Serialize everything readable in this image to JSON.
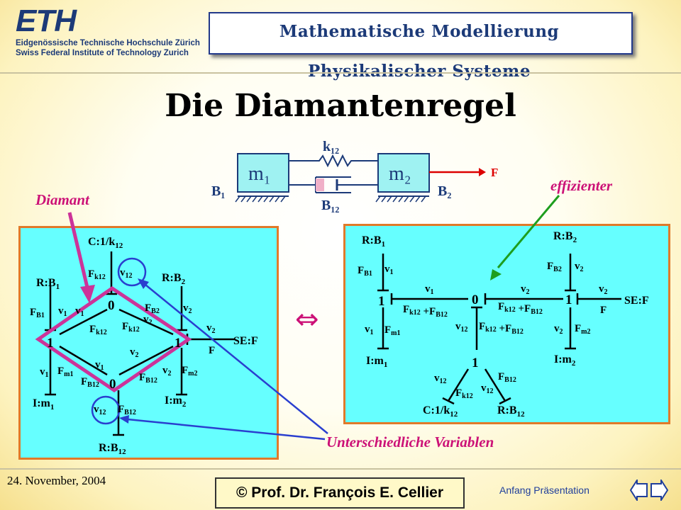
{
  "header": {
    "logo_text": "ETH",
    "institution_de": "Eidgenössische Technische Hochschule Zürich",
    "institution_en": "Swiss Federal Institute of Technology Zurich",
    "course_title": "Mathematische Modellierung Physikalischer Systeme"
  },
  "title": "Die Diamantenregel",
  "mech": {
    "m1": "m₁",
    "m2": "m₂",
    "k12": "k₁₂",
    "B1": "B₁",
    "B2": "B₂",
    "B12": "B₁₂",
    "F": "F"
  },
  "annotations": {
    "diamant": "Diamant",
    "effizienter": "effizienter",
    "unterschiedliche": "Unterschiedliche Variablen",
    "equivalence": "⇔"
  },
  "colors": {
    "panel": "#66ffff",
    "panel_border": "#e07a2a",
    "diamond": "#cc3399",
    "highlight": "#2a3fcf",
    "arrow_green": "#1e9e1e",
    "force_arrow": "#dd0000",
    "annotation": "#cc1177",
    "navy": "#1c3a78"
  },
  "footer": {
    "date": "24. November, 2004",
    "copyright": "© Prof. Dr. François E. Cellier",
    "nav_label": "Anfang Präsentation",
    "nav_back_icon": "arrow-left-icon",
    "nav_forward_icon": "arrow-right-icon"
  }
}
